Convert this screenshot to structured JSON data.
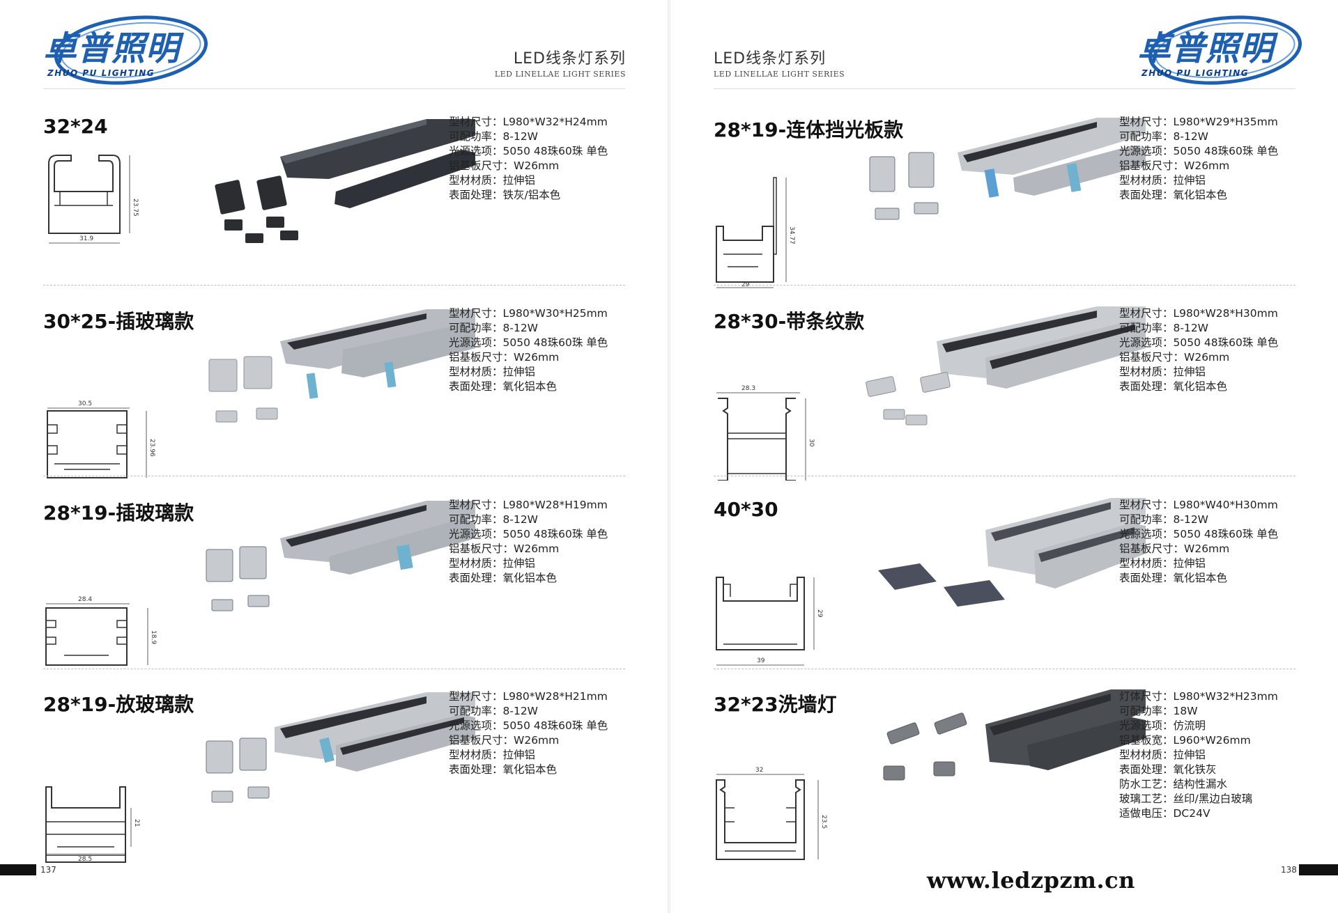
{
  "brand": {
    "name_cn": "卓普照明",
    "name_en": "ZHUO PU LIGHTING",
    "primary_color": "#1d5fb0",
    "accent_color": "#0a3d8a"
  },
  "series": {
    "cn": "LED线条灯系列",
    "en": "LED LINELLAE LIGHT SERIES"
  },
  "left_page": {
    "number": "137",
    "products": [
      {
        "title": "32*24",
        "dims": {
          "w": "31.9",
          "h": "23.75"
        },
        "specs": [
          "型材尺寸：L980*W32*H24mm",
          "可配功率：8-12W",
          "光源选项：5050 48珠60珠 单色",
          "铝基板尺寸：W26mm",
          "型材材质：拉伸铝",
          "表面处理：铁灰/铝本色"
        ]
      },
      {
        "title": "30*25-插玻璃款",
        "dims": {
          "w": "30.5",
          "h": "23.96"
        },
        "specs": [
          "型材尺寸：L980*W30*H25mm",
          "可配功率：8-12W",
          "光源选项：5050 48珠60珠 单色",
          "铝基板尺寸：W26mm",
          "型材材质：拉伸铝",
          "表面处理：氧化铝本色"
        ]
      },
      {
        "title": "28*19-插玻璃款",
        "dims": {
          "w": "28.4",
          "h": "18.9"
        },
        "specs": [
          "型材尺寸：L980*W28*H19mm",
          "可配功率：8-12W",
          "光源选项：5050 48珠60珠 单色",
          "铝基板尺寸：W26mm",
          "型材材质：拉伸铝",
          "表面处理：氧化铝本色"
        ]
      },
      {
        "title": "28*19-放玻璃款",
        "dims": {
          "w": "28.5",
          "h": "21"
        },
        "specs": [
          "型材尺寸：L980*W28*H21mm",
          "可配功率：8-12W",
          "光源选项：5050 48珠60珠 单色",
          "铝基板尺寸：W26mm",
          "型材材质：拉伸铝",
          "表面处理：氧化铝本色"
        ]
      }
    ]
  },
  "right_page": {
    "number": "138",
    "products": [
      {
        "title": "28*19-连体挡光板款",
        "dims": {
          "w": "29",
          "h": "34.77"
        },
        "specs": [
          "型材尺寸：L980*W29*H35mm",
          "可配功率：8-12W",
          "光源选项：5050 48珠60珠 单色",
          "铝基板尺寸：W26mm",
          "型材材质：拉伸铝",
          "表面处理：氧化铝本色"
        ]
      },
      {
        "title": "28*30-带条纹款",
        "dims": {
          "w": "28.3",
          "h": "30"
        },
        "specs": [
          "型材尺寸：L980*W28*H30mm",
          "可配功率：8-12W",
          "光源选项：5050 48珠60珠 单色",
          "铝基板尺寸：W26mm",
          "型材材质：拉伸铝",
          "表面处理：氧化铝本色"
        ]
      },
      {
        "title": "40*30",
        "dims": {
          "w": "39",
          "h": "29"
        },
        "specs": [
          "型材尺寸：L980*W40*H30mm",
          "可配功率：8-12W",
          "光源选项：5050 48珠60珠 单色",
          "铝基板尺寸：W26mm",
          "型材材质：拉伸铝",
          "表面处理：氧化铝本色"
        ]
      },
      {
        "title": "32*23洗墙灯",
        "dims": {
          "w": "32",
          "h": "23.5"
        },
        "specs": [
          "灯体尺寸：L980*W32*H23mm",
          "可配功率：18W",
          "光源选项：仿流明",
          "铝基板宽：L960*W26mm",
          "型材材质：拉伸铝",
          "表面处理：氧化铁灰",
          "防水工艺：结构性漏水",
          "玻璃工艺：丝印/黑边白玻璃",
          "适做电压：DC24V"
        ]
      }
    ]
  },
  "website": "www.ledzpzm.cn"
}
